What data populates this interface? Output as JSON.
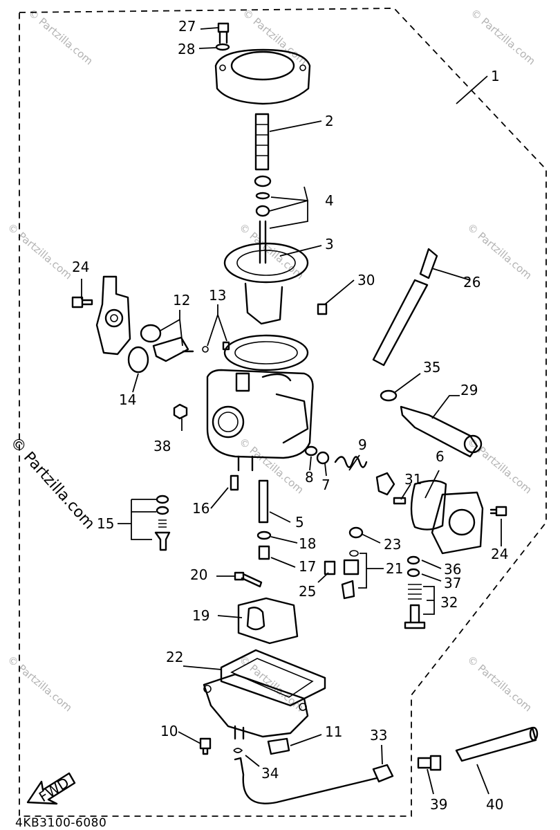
{
  "diagram": {
    "drawing_code": "4KB3100-6080",
    "fwd_label": "FWD",
    "watermark_text": "© Partzilla.com",
    "callouts": [
      "1",
      "2",
      "3",
      "4",
      "5",
      "6",
      "7",
      "8",
      "9",
      "10",
      "11",
      "12",
      "13",
      "14",
      "15",
      "16",
      "17",
      "18",
      "19",
      "20",
      "21",
      "22",
      "23",
      "24",
      "24",
      "25",
      "26",
      "27",
      "28",
      "29",
      "30",
      "31",
      "32",
      "33",
      "34",
      "35",
      "36",
      "37",
      "38",
      "39",
      "40"
    ]
  }
}
